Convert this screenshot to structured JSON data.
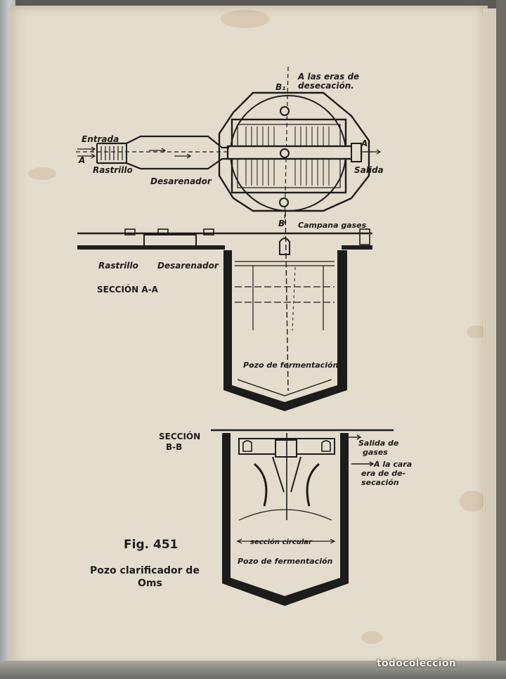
{
  "labels": {
    "a_las_eras_1": "A las eras de",
    "a_las_eras_2": "desecación.",
    "b1_top": "B₁",
    "entrada": "Entrada",
    "a_left": "A",
    "rastrillo_top": "Rastrillo",
    "desarenador": "Desarenador",
    "a_right": "A",
    "salida": "Salida",
    "b_bottom": "B",
    "campana": "Campana gases",
    "rastrillo_section": "Rastrillo",
    "desarenador_section": "Desarenador",
    "seccion_aa": "SECCIÓN A-A",
    "pozo_fermentacion_1": "Pozo de fermentación",
    "seccion_bb_1": "SECCIÓN",
    "seccion_bb_2": "B-B",
    "salida_gases_1": "Salida de",
    "salida_gases_2": "gases",
    "a_la_cara_1": "A la cara",
    "a_la_cara_2": "era de de-",
    "a_la_cara_3": "secación",
    "seccion_circular": "sección circular",
    "pozo_fermentacion_2": "Pozo de fermentación",
    "fig_number": "Fig. 451",
    "caption_1": "Pozo clarificador de",
    "caption_2": "Oms"
  },
  "watermark": "todocoleccion",
  "colors": {
    "ink": "#1c1c1c",
    "paper": "#e4dccc"
  }
}
